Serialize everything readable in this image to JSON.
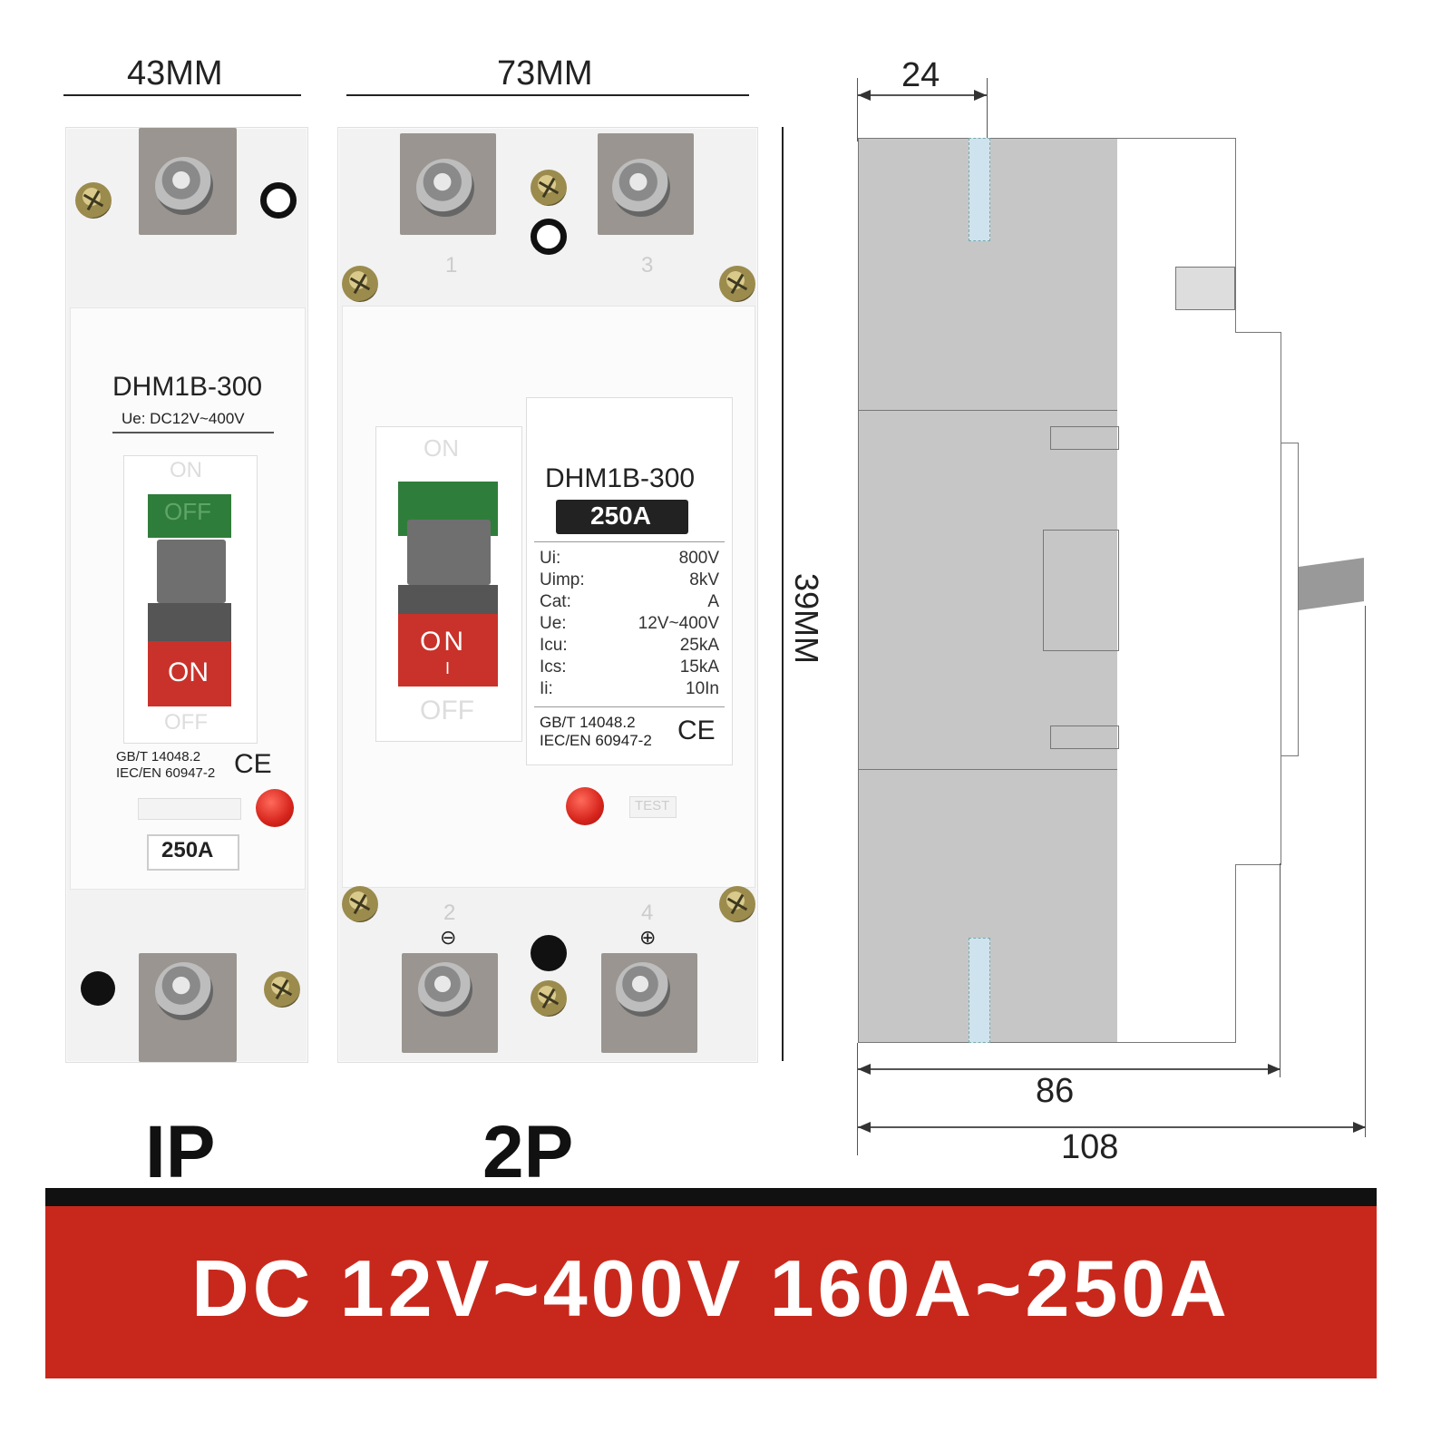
{
  "dimensions": {
    "width_1p": "43MM",
    "width_2p": "73MM",
    "height": "39MM",
    "side_top": "24",
    "side_depth_86": "86",
    "side_depth_108": "108"
  },
  "breaker_1p": {
    "model": "DHM1B-300",
    "voltage": "Ue: DC12V~400V",
    "switch_top": "ON",
    "switch_off": "OFF",
    "switch_on": "ON",
    "switch_bottom": "OFF",
    "standard_1": "GB/T 14048.2",
    "standard_2": "IEC/EN 60947-2",
    "ce_mark": "CE",
    "rating": "250A",
    "label": "IP"
  },
  "breaker_2p": {
    "model": "DHM1B-300",
    "rating": "250A",
    "switch_top": "ON",
    "switch_on": "ON",
    "switch_on_sub": "I",
    "switch_bottom": "OFF",
    "terminal_1": "1",
    "terminal_3": "3",
    "terminal_2": "2",
    "terminal_4": "4",
    "minus": "⊖",
    "plus": "⊕",
    "specs": [
      {
        "k": "Ui:",
        "v": "800V"
      },
      {
        "k": "Uimp:",
        "v": "8kV"
      },
      {
        "k": "Cat:",
        "v": "A"
      },
      {
        "k": "Ue:",
        "v": "12V~400V"
      },
      {
        "k": "Icu:",
        "v": "25kA"
      },
      {
        "k": "Ics:",
        "v": "15kA"
      },
      {
        "k": "Ii:",
        "v": "10In"
      }
    ],
    "standard_1": "GB/T 14048.2",
    "standard_2": "IEC/EN 60947-2",
    "ce_mark": "CE",
    "test_label": "TEST",
    "label": "2P"
  },
  "banner": {
    "text": "DC 12V~400V 160A~250A"
  },
  "colors": {
    "banner_red": "#c8281c",
    "switch_green": "#2f7d3a",
    "switch_red": "#c8322a"
  }
}
